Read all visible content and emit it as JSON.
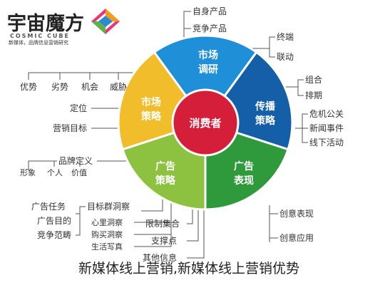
{
  "logo": {
    "title": "宇宙魔方",
    "subtitle": "COSMIC CUBE",
    "tagline": "新媒体，品牌信息营销研究"
  },
  "center": {
    "label": "消费者"
  },
  "segments": [
    {
      "id": "research",
      "line1": "市场",
      "line2": "调研",
      "color": "#1f8fd8"
    },
    {
      "id": "communication",
      "line1": "传播",
      "line2": "策略",
      "color": "#145fa8"
    },
    {
      "id": "expression",
      "line1": "广告",
      "line2": "表现",
      "color": "#2f9a3c"
    },
    {
      "id": "adstrategy",
      "line1": "广告",
      "line2": "策略",
      "color": "#8cc23f"
    },
    {
      "id": "market",
      "line1": "市场",
      "line2": "策略",
      "color": "#f2bd2a"
    }
  ],
  "labels": {
    "research": [
      "自身产品",
      "竞争产品"
    ],
    "communication_a": [
      "终端",
      "联动"
    ],
    "communication_b": [
      "组合",
      "排期"
    ],
    "communication_c": [
      "危机公关",
      "新闻事件",
      "线下活动"
    ],
    "expression": [
      "创意表现",
      "创意应用"
    ],
    "market_branches": [
      "优势",
      "劣势",
      "机会",
      "威胁"
    ],
    "market_items": [
      "定位",
      "营销目标"
    ],
    "brand": {
      "head": "品牌定义",
      "sub": [
        "形象",
        "个人",
        "价值"
      ]
    },
    "ad_task": {
      "head": "广告任务",
      "sub": [
        "广告目的",
        "竞争范畴"
      ]
    },
    "audience": [
      "目标群洞察",
      "心里洞察",
      "购买洞察",
      "生活写真"
    ],
    "selling": [
      "限制集合",
      "支撑点",
      "其他信息"
    ]
  },
  "caption": "新媒体线上营销,新媒体线上营销优势",
  "colors": {
    "center": "#d51f3a",
    "connector": "#555555",
    "logo_pink": "#e9357a",
    "logo_blue": "#2a8bd2",
    "logo_green": "#5bb246",
    "logo_orange": "#f29b1f"
  }
}
